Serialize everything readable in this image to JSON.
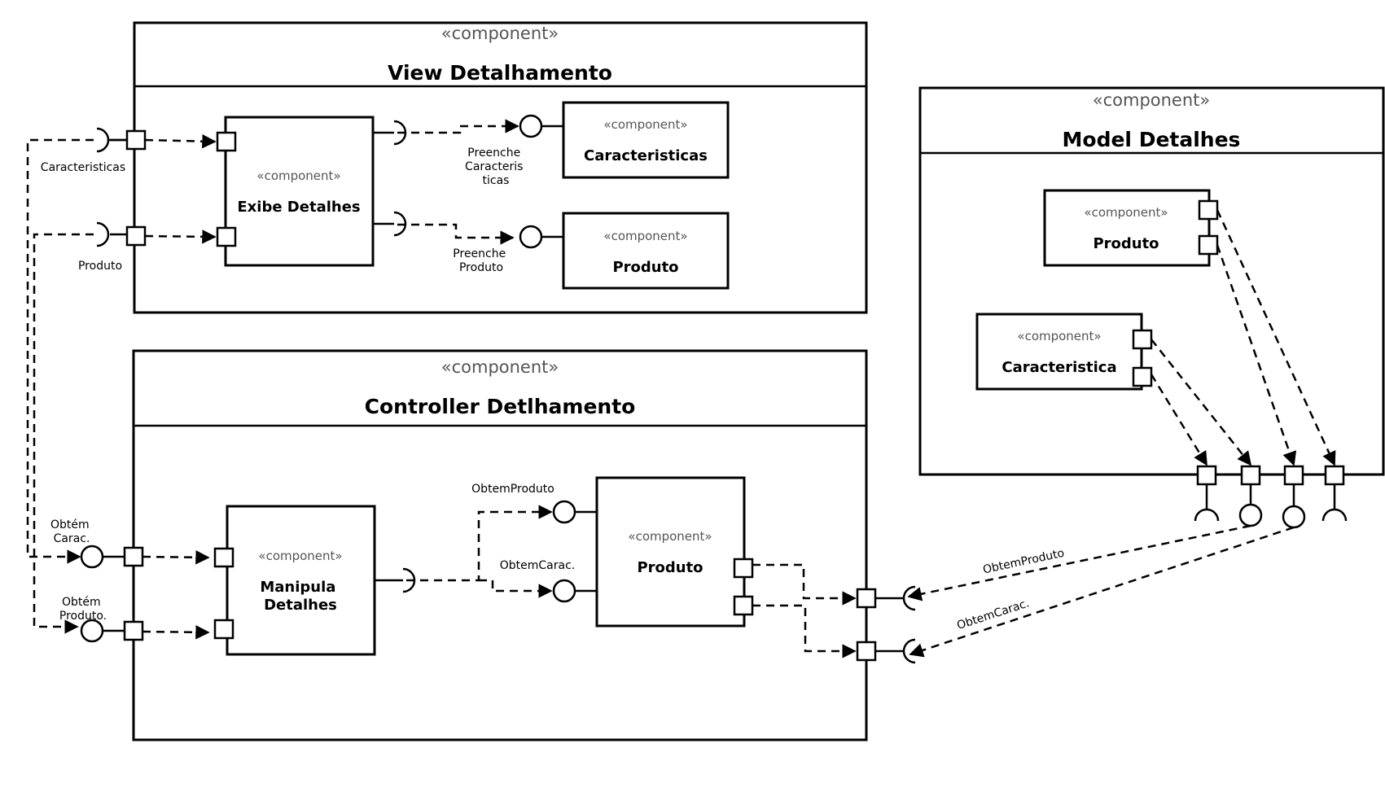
{
  "stereotype": "«component»",
  "view": {
    "title": "View Detalhamento",
    "exibe": "Exibe Detalhes",
    "caracteristicas": "Caracteristicas",
    "produto": "Produto",
    "preenche_carac": [
      "Preenche",
      "Caracteris",
      "ticas"
    ],
    "preenche_prod": [
      "Preenche",
      "Produto"
    ],
    "port_carac": "Caracteristicas",
    "port_prod": "Produto"
  },
  "controller": {
    "title": "Controller Detlhamento",
    "manipula": [
      "Manipula",
      "Detalhes"
    ],
    "produto": "Produto",
    "obtem_produto": "ObtemProduto",
    "obtem_carac": "ObtemCarac.",
    "obtem_carac_left": [
      "Obtém",
      "Carac."
    ],
    "obtem_prod_left": [
      "Obtém",
      "Produto."
    ]
  },
  "model": {
    "title": "Model Detalhes",
    "produto": "Produto",
    "caracteristica": "Caracteristica"
  },
  "connectors": {
    "obtem_produto": "ObtemProduto",
    "obtem_carac": "ObtemCarac."
  }
}
